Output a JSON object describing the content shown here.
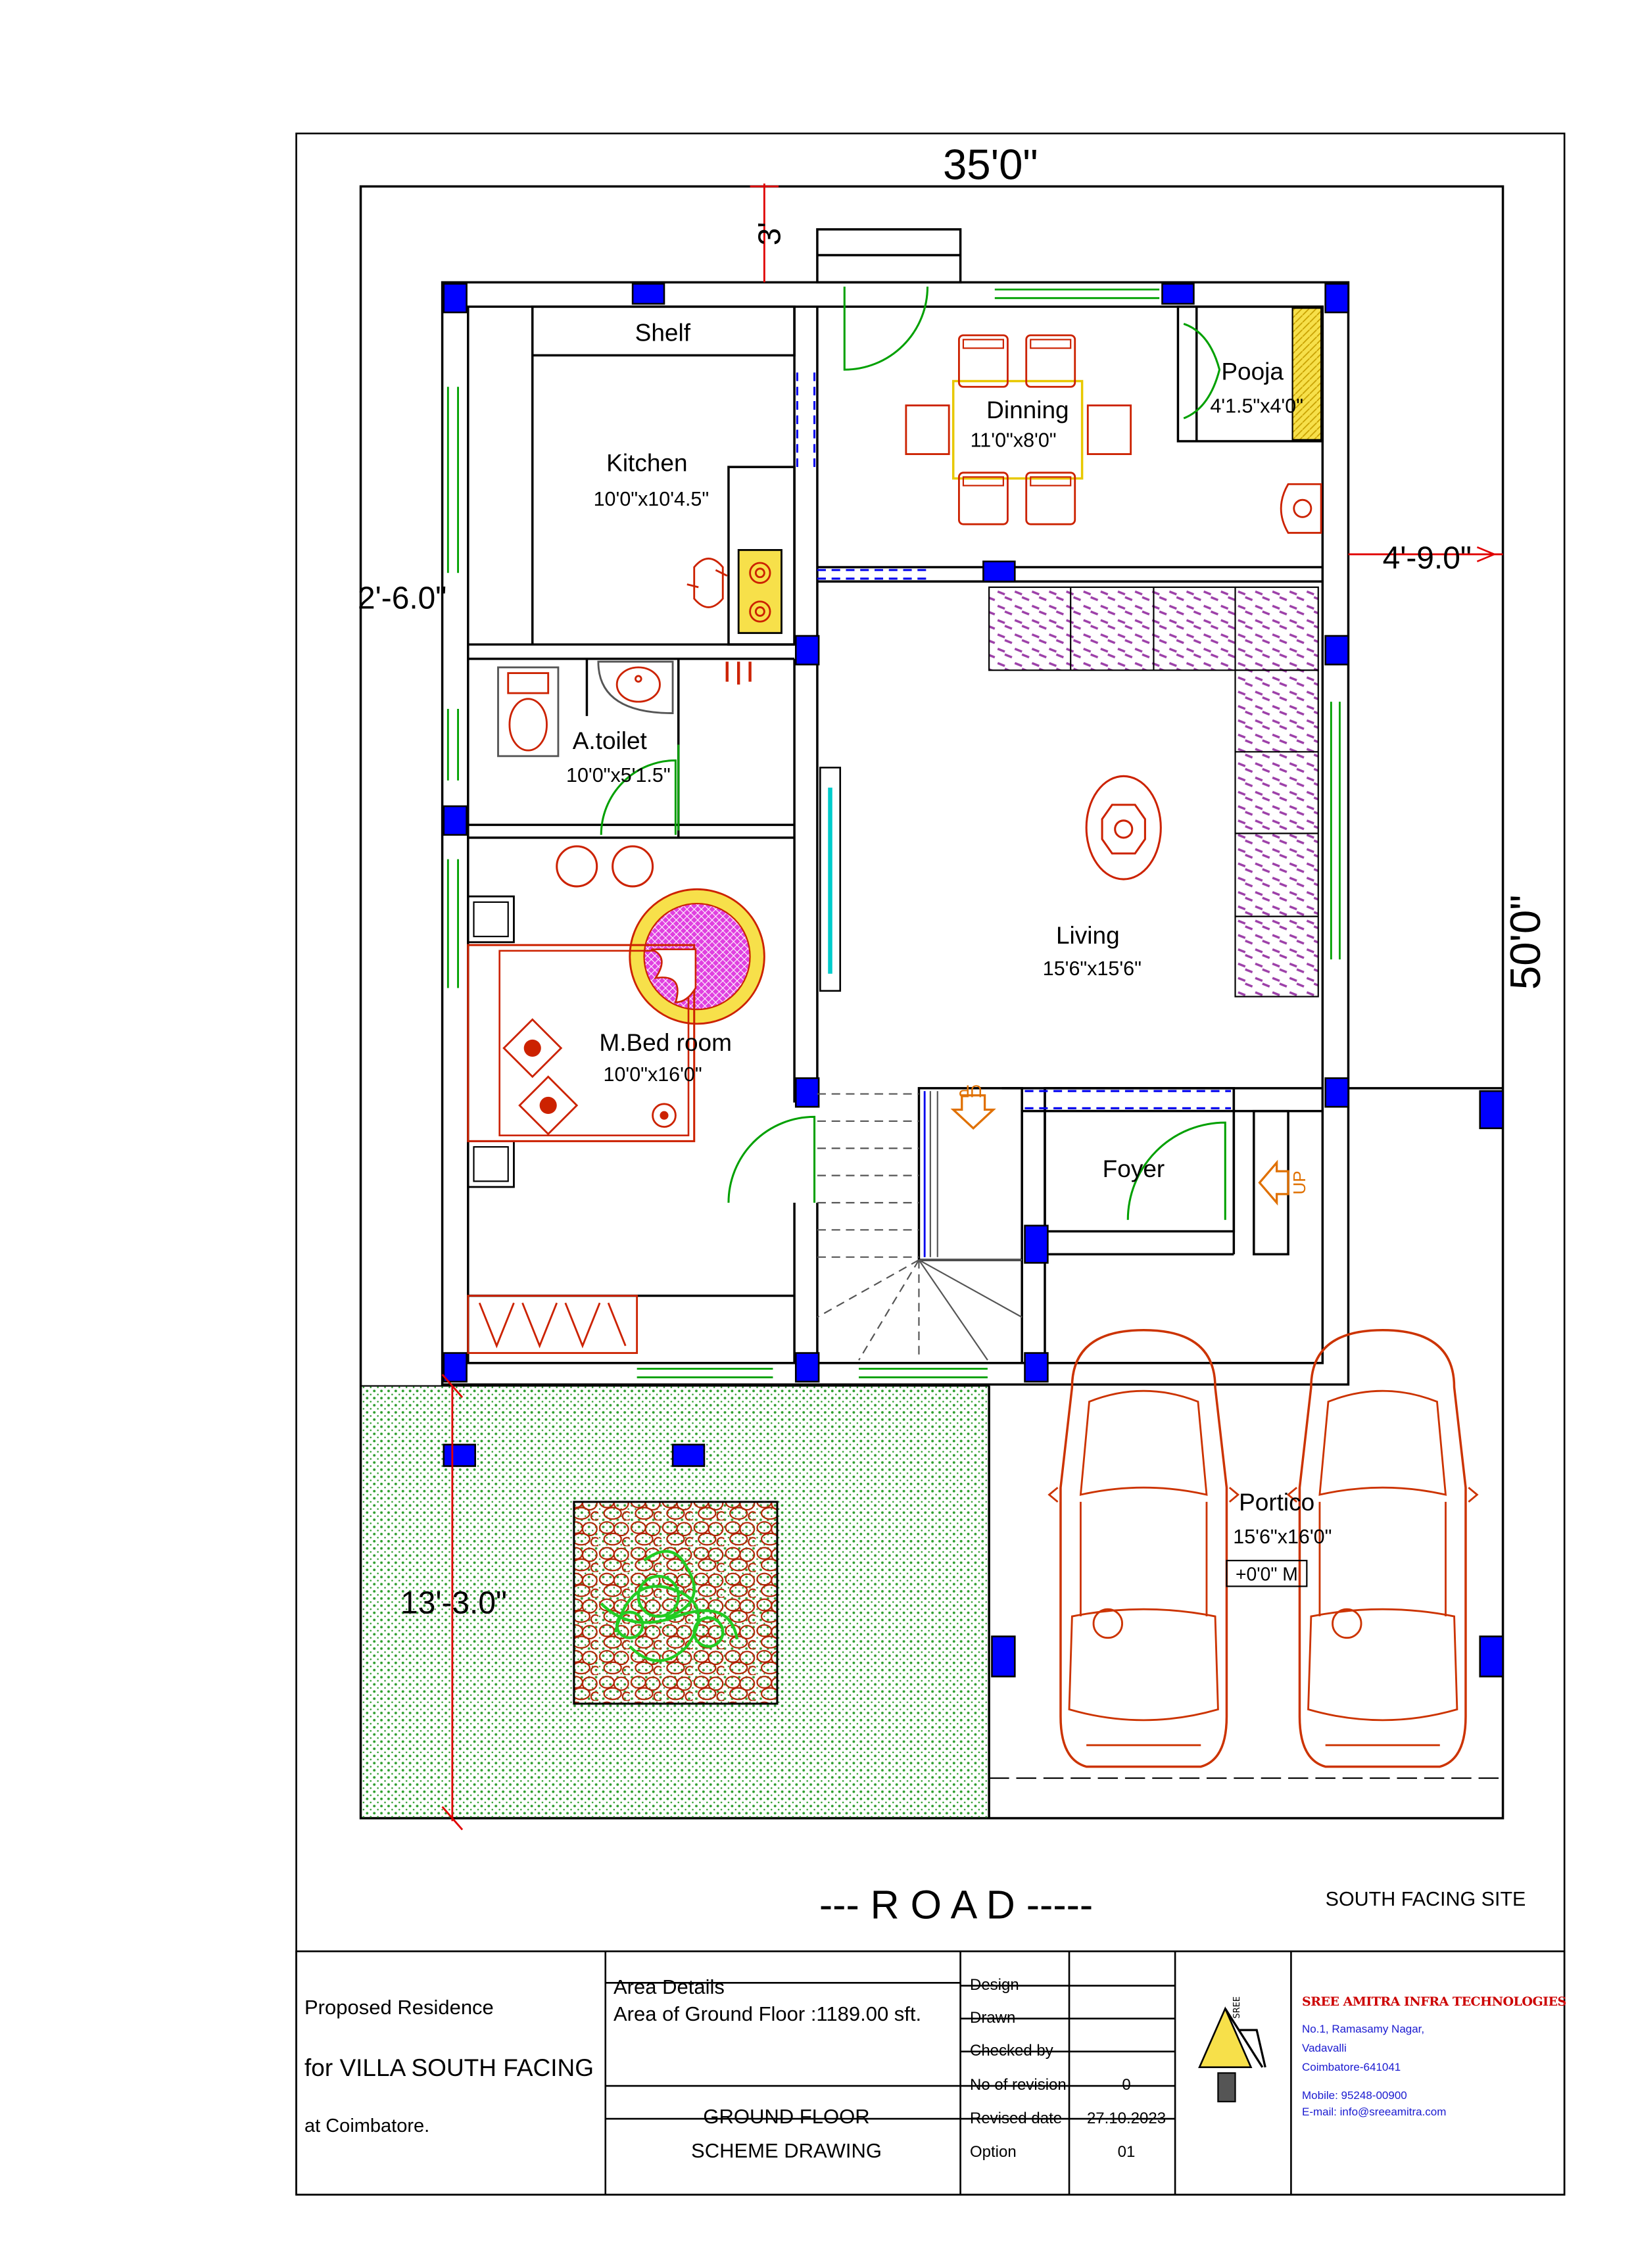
{
  "dimensions": {
    "top_width": "35'0\"",
    "right_depth": "50'0\"",
    "front_setback": "3'",
    "left_setback": "2'-6.0\"",
    "right_setback": "4'-9.0\"",
    "garden_depth": "13'-3.0\""
  },
  "rooms": [
    {
      "name": "Shelf",
      "size": ""
    },
    {
      "name": "Kitchen",
      "size": "10'0\"x10'4.5\""
    },
    {
      "name": "Dinning",
      "size": "11'0\"x8'0\""
    },
    {
      "name": "Pooja",
      "size": "4'1.5\"x4'0\""
    },
    {
      "name": "A.toilet",
      "size": "10'0\"x5'1.5\""
    },
    {
      "name": "Living",
      "size": "15'6\"x15'6\""
    },
    {
      "name": "M.Bed room",
      "size": "10'0\"x16'0\""
    },
    {
      "name": "Foyer",
      "size": ""
    },
    {
      "name": "Portico",
      "size": "15'6\"x16'0\""
    }
  ],
  "level_mark": "+0'0\" M",
  "stair_labels": [
    "UP",
    "UP"
  ],
  "road_label": "--- R O A D -----",
  "site_facing": "SOUTH FACING SITE",
  "title_block": {
    "project_line1": "Proposed Residence",
    "project_line2": "for VILLA SOUTH FACING",
    "project_line3": "at Coimbatore.",
    "area_heading": "Area Details",
    "area_value": "Area of Ground Floor :1189.00 sft.",
    "drawing_title1": "GROUND FLOOR",
    "drawing_title2": "SCHEME DRAWING",
    "fields": [
      {
        "label": "Design",
        "value": ""
      },
      {
        "label": "Drawn",
        "value": ""
      },
      {
        "label": "Checked by",
        "value": ""
      },
      {
        "label": "No of revision",
        "value": "0"
      },
      {
        "label": "Revised date",
        "value": "27.10.2023"
      },
      {
        "label": "Option",
        "value": "01"
      }
    ],
    "company_name": "SREE AMITRA INFRA TECHNOLOGIES",
    "address1": "No.1, Ramasamy Nagar,",
    "address2": "Vadavalli",
    "address3": "Coimbatore-641041",
    "mobile": "Mobile: 95248-00900",
    "email": "E-mail: info@sreeamitra.com"
  },
  "colors": {
    "wall": "#000000",
    "door": "#00a000",
    "furniture": "#cc2200",
    "column": "#0000ff",
    "lawn": "#2e9e2e",
    "tile": "#9c3fa8",
    "rug": "#e040e0",
    "dimension": "#e00000",
    "company": "#cc0000",
    "address": "#1a1ad0"
  }
}
